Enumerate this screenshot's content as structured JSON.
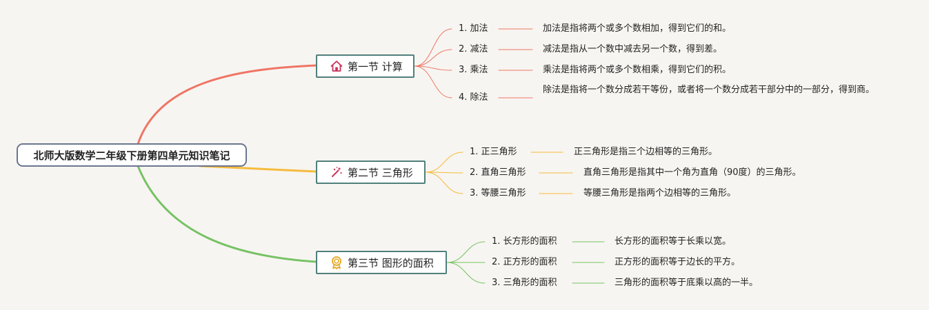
{
  "root": {
    "title": "北师大版数学二年级下册第四单元知识笔记"
  },
  "colors": {
    "red": "#ef7565",
    "yellow": "#f5bb3c",
    "green": "#76c264",
    "border": "#4f7f7c"
  },
  "sections": [
    {
      "title": "第一节 计算",
      "icon": "house-icon",
      "items": [
        {
          "topic": "1. 加法",
          "desc": "加法是指将两个或多个数相加，得到它们的和。"
        },
        {
          "topic": "2. 减法",
          "desc": "减法是指从一个数中减去另一个数，得到差。"
        },
        {
          "topic": "3. 乘法",
          "desc": "乘法是指将两个或多个数相乘，得到它们的积。"
        },
        {
          "topic": "4. 除法",
          "desc": "除法是指将一个数分成若干等份，或者将一个数分成若干部分中的一部分，得到商。"
        }
      ]
    },
    {
      "title": "第二节 三角形",
      "icon": "magic-wand-icon",
      "items": [
        {
          "topic": "1. 正三角形",
          "desc": "正三角形是指三个边相等的三角形。"
        },
        {
          "topic": "2. 直角三角形",
          "desc": "直角三角形是指其中一个角为直角（90度）的三角形。"
        },
        {
          "topic": "3. 等腰三角形",
          "desc": "等腰三角形是指两个边相等的三角形。"
        }
      ]
    },
    {
      "title": "第三节 图形的面积",
      "icon": "award-badge-icon",
      "items": [
        {
          "topic": "1. 长方形的面积",
          "desc": "长方形的面积等于长乘以宽。"
        },
        {
          "topic": "2. 正方形的面积",
          "desc": "正方形的面积等于边长的平方。"
        },
        {
          "topic": "3. 三角形的面积",
          "desc": "三角形的面积等于底乘以高的一半。"
        }
      ]
    }
  ]
}
